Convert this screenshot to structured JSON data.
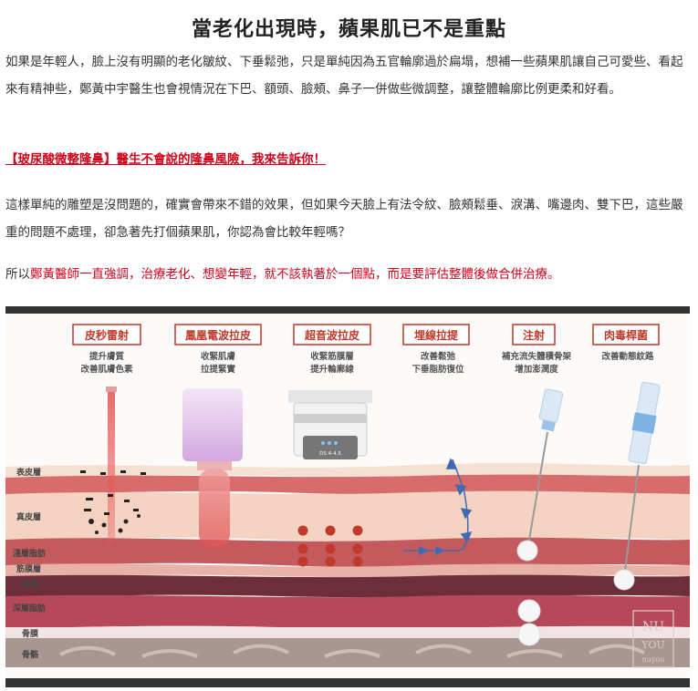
{
  "article": {
    "title": "當老化出現時，蘋果肌已不是重點",
    "para1": "如果是年輕人，臉上沒有明顯的老化皺紋、下垂鬆弛，只是單純因為五官輪廓過於扁塌，想補一些蘋果肌讓自己可愛些、看起來有精神些，鄭黃中宇醫生也會視情況在下巴、額頭、臉頰、鼻子一併做些微調整，讓整體輪廓比例更柔和好看。",
    "link_text": "【玻尿酸微整隆鼻】醫生不會說的隆鼻風險，我來告訴你！",
    "para2": "這樣單純的雕塑是沒問題的，確實會帶來不錯的效果，但如果今天臉上有法令紋、臉頰鬆垂、淚溝、嘴邊肉、雙下巴，這些嚴重的問題不處理，卻急著先打個蘋果肌，你認為會比較年輕嗎？",
    "para3": {
      "pre": "所以",
      "highlight": "鄭黃醫師一直強調，治療老化、想變年輕，就不該執著於一個點，而是要評估整體後做合併治療。",
      "post": ""
    }
  },
  "diagram": {
    "treatments": [
      {
        "name": "皮秒雷射",
        "line1": "提升膚質",
        "line2": "改善肌膚色素"
      },
      {
        "name": "鳳凰電波拉皮",
        "line1": "收緊肌膚",
        "line2": "拉提緊實"
      },
      {
        "name": "超音波拉皮",
        "line1": "收緊筋膜層",
        "line2": "提升輪廓線"
      },
      {
        "name": "埋線拉提",
        "line1": "改善鬆弛",
        "line2": "下垂脂肪復位"
      },
      {
        "name": "注射",
        "line1": "補充流失體積骨架",
        "line2": "增加澎潤度"
      },
      {
        "name": "肉毒桿菌",
        "line1": "改善動態紋路",
        "line2": ""
      }
    ],
    "layers": [
      "表皮層",
      "真皮層",
      "淺層脂肪",
      "筋膜層",
      "肌肉",
      "深層脂肪",
      "骨膜",
      "骨骼"
    ],
    "device_label": "DS 4-4.5",
    "watermark": [
      "NU",
      "YOU"
    ],
    "watermark_sub": "nuyou",
    "colors": {
      "accent": "#c0392b",
      "label_border": "#c0392b",
      "frame": "#333333"
    }
  }
}
